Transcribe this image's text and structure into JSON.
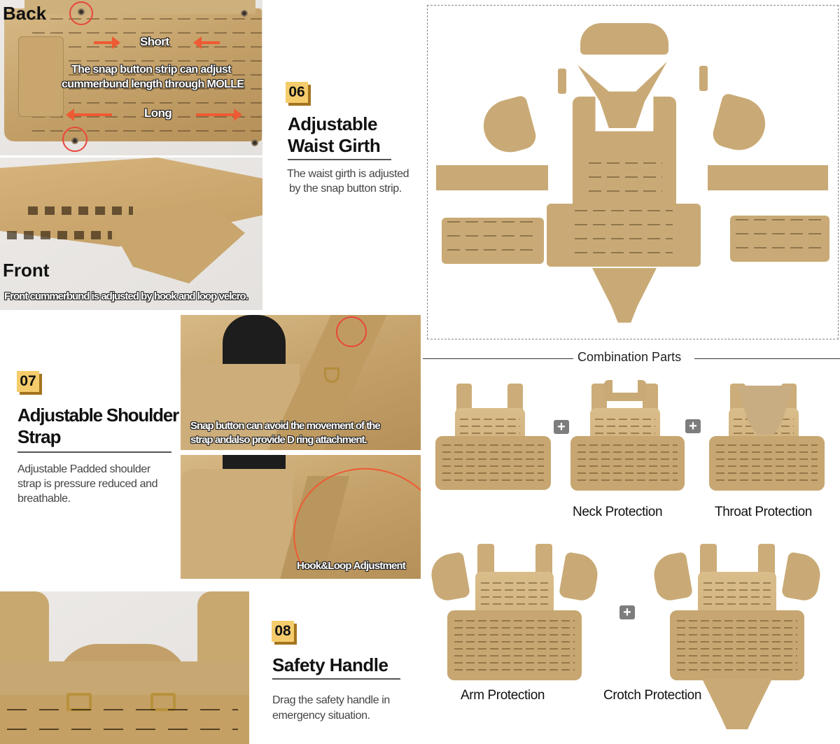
{
  "top_left_panel": {
    "back_label": "Back",
    "short_label": "Short",
    "long_label": "Long",
    "caption_line1": "The snap button strip can adjust",
    "caption_line2": "cummerbund length through MOLLE"
  },
  "front_panel": {
    "front_label": "Front",
    "caption": "Front cummerbund is adjusted by hook and loop velcro."
  },
  "features": [
    {
      "number": "06",
      "title_line1": "Adjustable",
      "title_line2": "Waist Girth",
      "desc_line1": "The waist girth is adjusted",
      "desc_line2": "by the snap button strip."
    },
    {
      "number": "07",
      "title_line1": "Adjustable Shoulder",
      "title_line2": "Strap",
      "desc_line1": "Adjustable Padded shoulder",
      "desc_line2": "strap is pressure reduced and",
      "desc_line3": "breathable."
    },
    {
      "number": "08",
      "title_line1": "Safety Handle",
      "desc_line1": "Drag the safety handle in",
      "desc_line2": "emergency situation."
    }
  ],
  "shoulder_photos": {
    "top_caption_line1": "Snap button can avoid the movement of the",
    "top_caption_line2": "strap andalso provide D ring attachment.",
    "bottom_caption": "Hook&Loop Adjustment"
  },
  "combination": {
    "title": "Combination Parts",
    "plus_symbol": "+",
    "labels": {
      "neck": "Neck Protection",
      "throat": "Throat Protection",
      "arm": "Arm Protection",
      "crotch": "Crotch Protection"
    }
  },
  "colors": {
    "badge_fill": "#f5cc6b",
    "badge_shadow": "#a3741f",
    "arrow": "#ee5a33",
    "highlight_circle": "#e8463a",
    "plus_badge": "#7d7d7d",
    "coyote_tan": "#c9aa76"
  }
}
